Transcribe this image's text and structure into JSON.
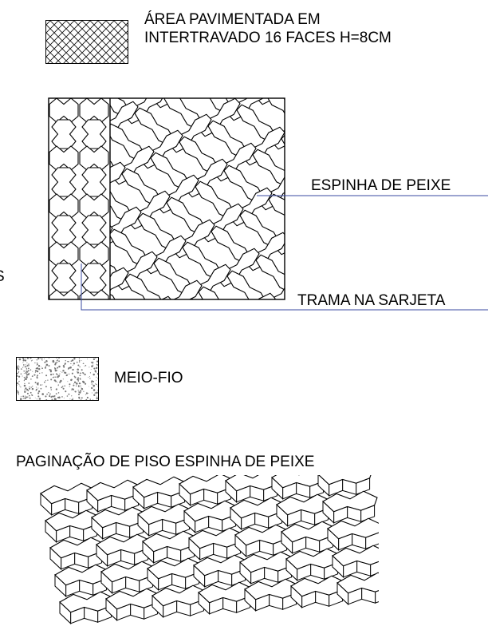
{
  "legend": {
    "paved_area": {
      "line1": "ÁREA PAVIMENTADA EM",
      "line2": "INTERTRAVADO 16 FACES H=8CM"
    },
    "curb": {
      "label": "MEIO-FIO"
    }
  },
  "plan": {
    "callouts": {
      "herringbone": "ESPINHA DE PEIXE",
      "gutter_pattern": "TRAMA NA SARJETA"
    },
    "edge_mark": "S"
  },
  "isometric": {
    "title": "PAGINAÇÃO DE PISO ESPINHA DE PEIXE"
  },
  "colors": {
    "line": "#000000",
    "leader": "#3a4aa0",
    "stipple": "#777777"
  }
}
